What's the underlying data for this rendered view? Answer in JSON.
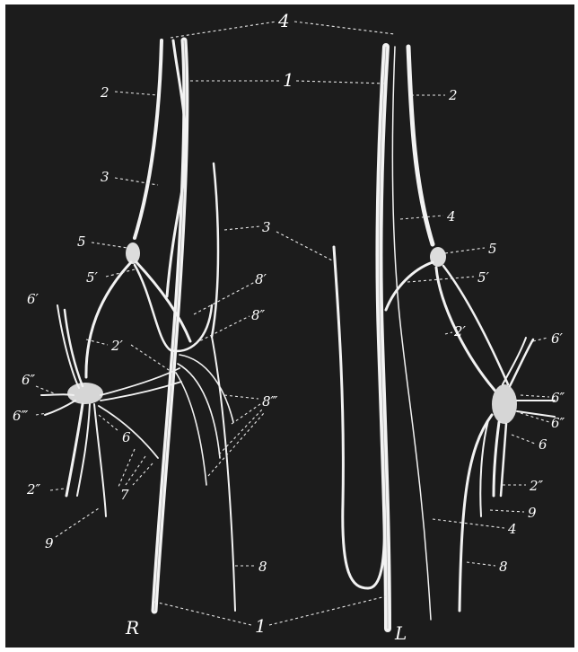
{
  "labels": {
    "l4_top": "4",
    "l1_top": "1",
    "l2_left": "2",
    "l2_right": "2",
    "l3_left": "3",
    "l3_mid": "3",
    "l4_right": "4",
    "l5_left": "5",
    "l5p_left": "5′",
    "l5_right": "5",
    "l5p_right": "5′",
    "l6p_left": "6′",
    "l8p": "8′",
    "l8pp": "8″",
    "l2p_left": "2′",
    "l2p_right": "2′",
    "l6pp_left": "6″",
    "l6ppp_left": "6‴",
    "l8ppp": "8‴",
    "l6_left": "6",
    "l7": "7",
    "l2pp_left": "2″",
    "l9_left": "9",
    "l8_bottom_left": "8",
    "l6p_right": "6′",
    "l6pp_right_a": "6″",
    "l6pp_right_b": "6″",
    "l6_right": "6",
    "l2pp_right": "2″",
    "l9_right": "9",
    "l4_right_low": "4",
    "l8_right": "8",
    "l1_bottom": "1",
    "side_R": "R",
    "side_L": "L"
  },
  "colors": {
    "background": "#1c1c1c",
    "nerve": "#f2f2f2",
    "leader": "#e8e8e8"
  }
}
